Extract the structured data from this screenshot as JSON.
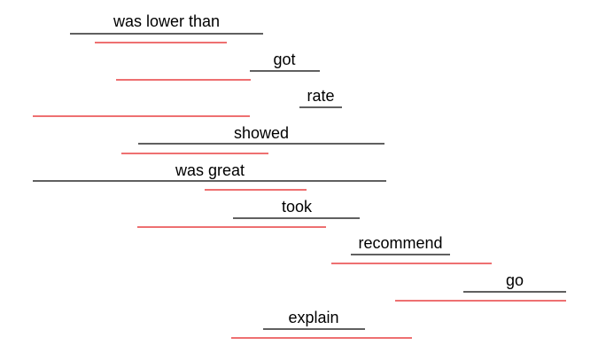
{
  "colors": {
    "background": "#ffffff",
    "text": "#000000",
    "black_line": "#000000",
    "red_line": "#e31a1c"
  },
  "rows": [
    {
      "label": "was lower than"
    },
    {
      "label": "got"
    },
    {
      "label": "rate"
    },
    {
      "label": "showed"
    },
    {
      "label": "was great"
    },
    {
      "label": "took"
    },
    {
      "label": "recommend"
    },
    {
      "label": "go"
    },
    {
      "label": "explain"
    }
  ]
}
